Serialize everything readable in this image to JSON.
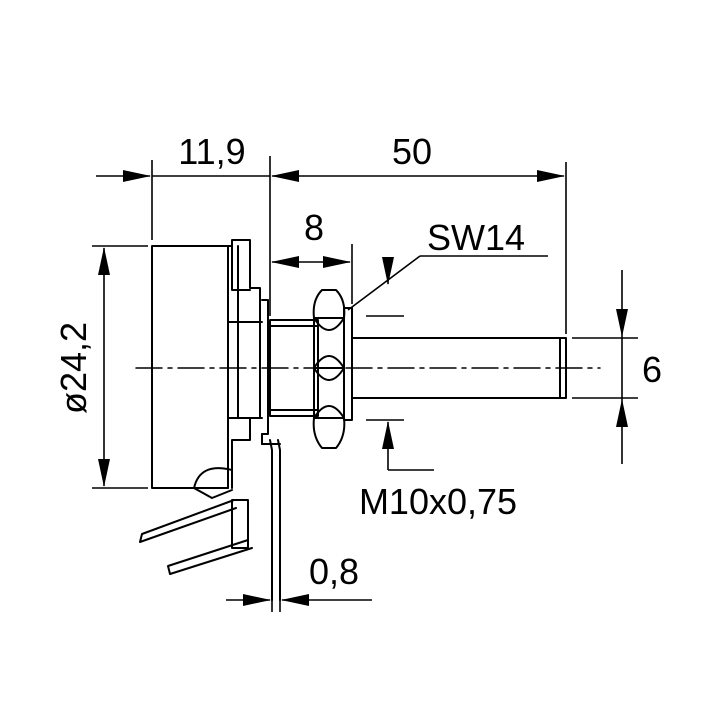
{
  "drawing": {
    "line_color": "#000000",
    "background": "#ffffff"
  },
  "dimensions": {
    "body_depth": "11,9",
    "shaft_length": "50",
    "bushing_length": "8",
    "nut_wrench_size": "SW14",
    "body_diameter": "ø24,2",
    "shaft_diameter": "6",
    "thread": "M10x0,75",
    "washer_thickness": "0,8"
  }
}
